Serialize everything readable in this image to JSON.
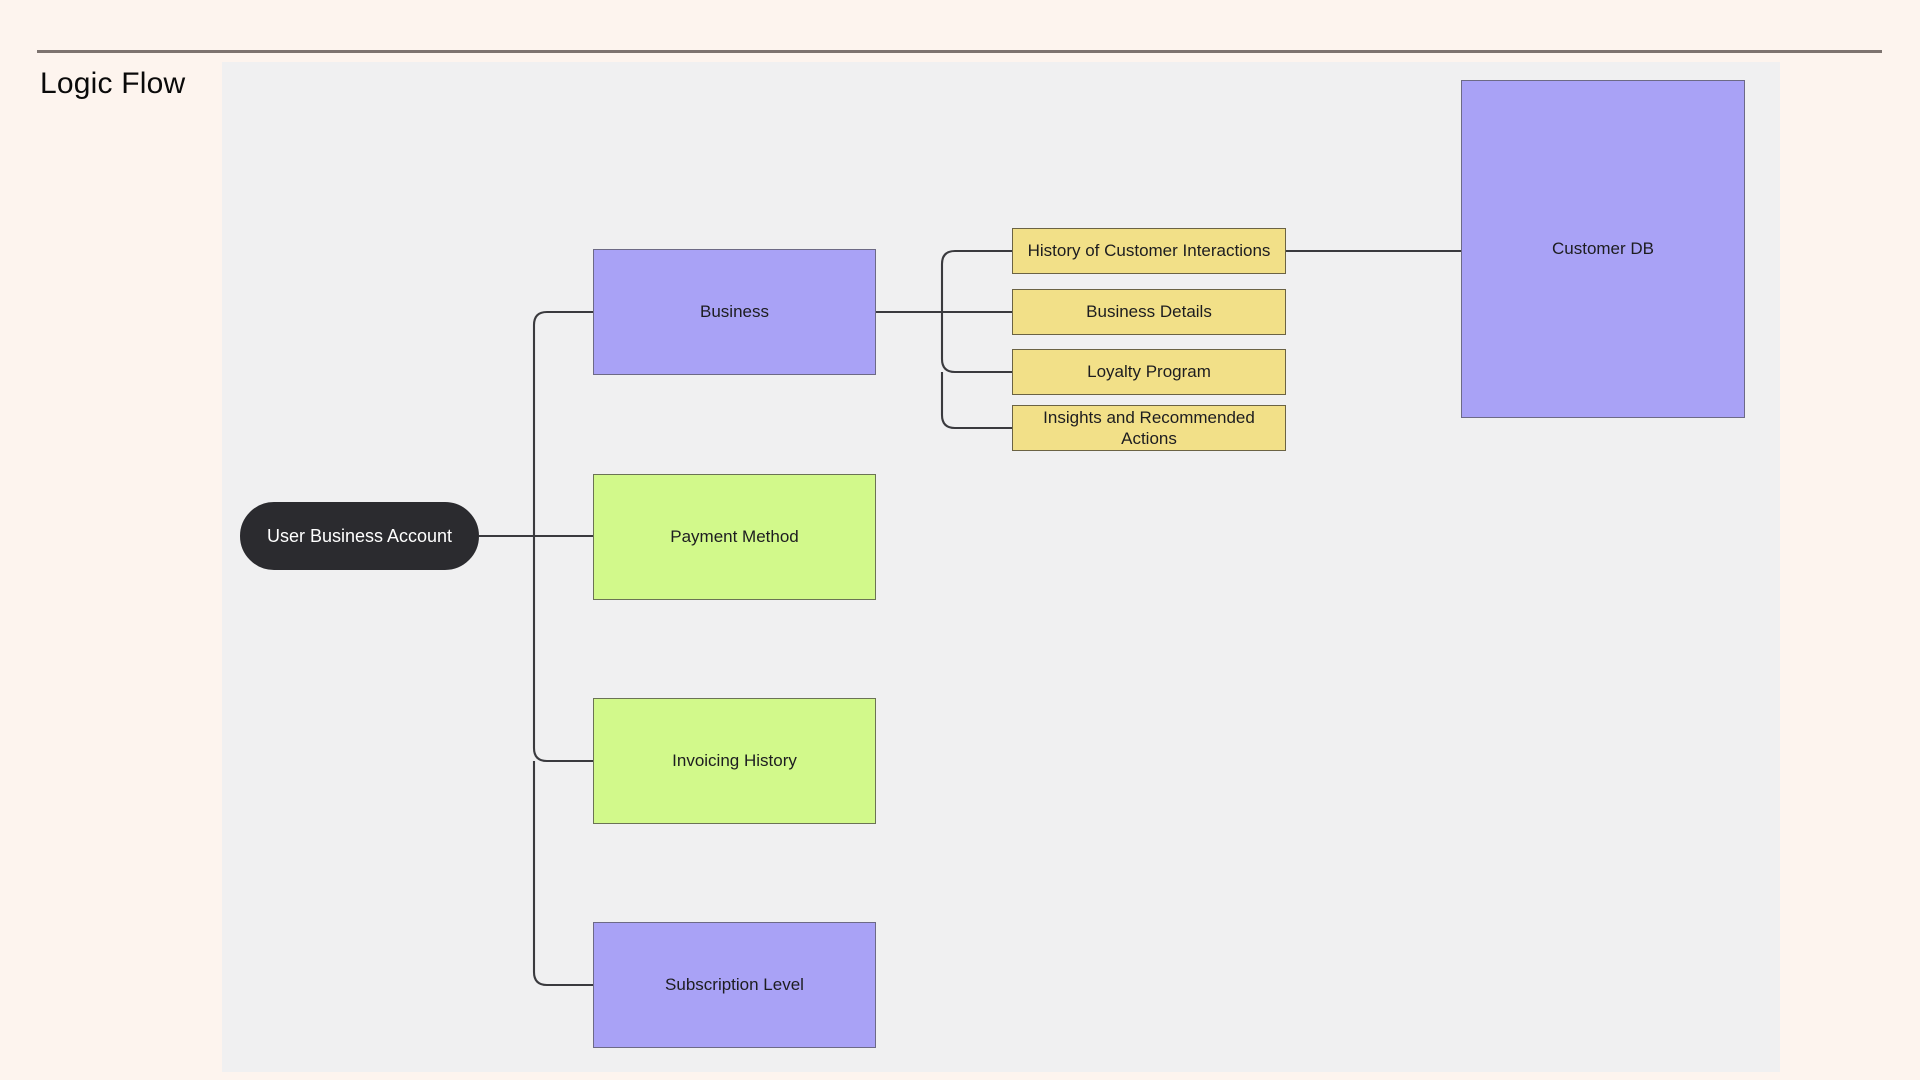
{
  "page": {
    "title": "Logic Flow",
    "background_color": "#fdf4ee",
    "rule_color": "#7d736f"
  },
  "canvas": {
    "background_color": "#f0f0f1"
  },
  "palette": {
    "purple": "#a9a2f6",
    "green": "#d2f98b",
    "yellow": "#f2e088",
    "dark": "#2b2b2f",
    "edge": "#3a3a3e"
  },
  "diagram": {
    "type": "flowchart",
    "root": {
      "id": "user-business-account",
      "label": "User Business Account",
      "shape": "pill",
      "color": "dark"
    },
    "nodes": [
      {
        "id": "business",
        "label": "Business",
        "shape": "rect",
        "color": "purple"
      },
      {
        "id": "payment-method",
        "label": "Payment Method",
        "shape": "rect",
        "color": "green"
      },
      {
        "id": "invoicing-history",
        "label": "Invoicing History",
        "shape": "rect",
        "color": "green"
      },
      {
        "id": "subscription-level",
        "label": "Subscription Level",
        "shape": "rect",
        "color": "purple"
      },
      {
        "id": "history-interactions",
        "label": "History of Customer Interactions",
        "shape": "rect",
        "color": "yellow"
      },
      {
        "id": "business-details",
        "label": "Business Details",
        "shape": "rect",
        "color": "yellow"
      },
      {
        "id": "loyalty-program",
        "label": "Loyalty Program",
        "shape": "rect",
        "color": "yellow"
      },
      {
        "id": "insights-actions",
        "label": "Insights and Recommended Actions",
        "shape": "rect",
        "color": "yellow"
      },
      {
        "id": "customer-db",
        "label": "Customer DB",
        "shape": "rect",
        "color": "purple"
      }
    ],
    "edges": [
      {
        "from": "user-business-account",
        "to": "business"
      },
      {
        "from": "user-business-account",
        "to": "payment-method"
      },
      {
        "from": "user-business-account",
        "to": "invoicing-history"
      },
      {
        "from": "user-business-account",
        "to": "subscription-level"
      },
      {
        "from": "business",
        "to": "history-interactions"
      },
      {
        "from": "business",
        "to": "business-details"
      },
      {
        "from": "business",
        "to": "loyalty-program"
      },
      {
        "from": "business",
        "to": "insights-actions"
      },
      {
        "from": "history-interactions",
        "to": "customer-db"
      }
    ]
  }
}
